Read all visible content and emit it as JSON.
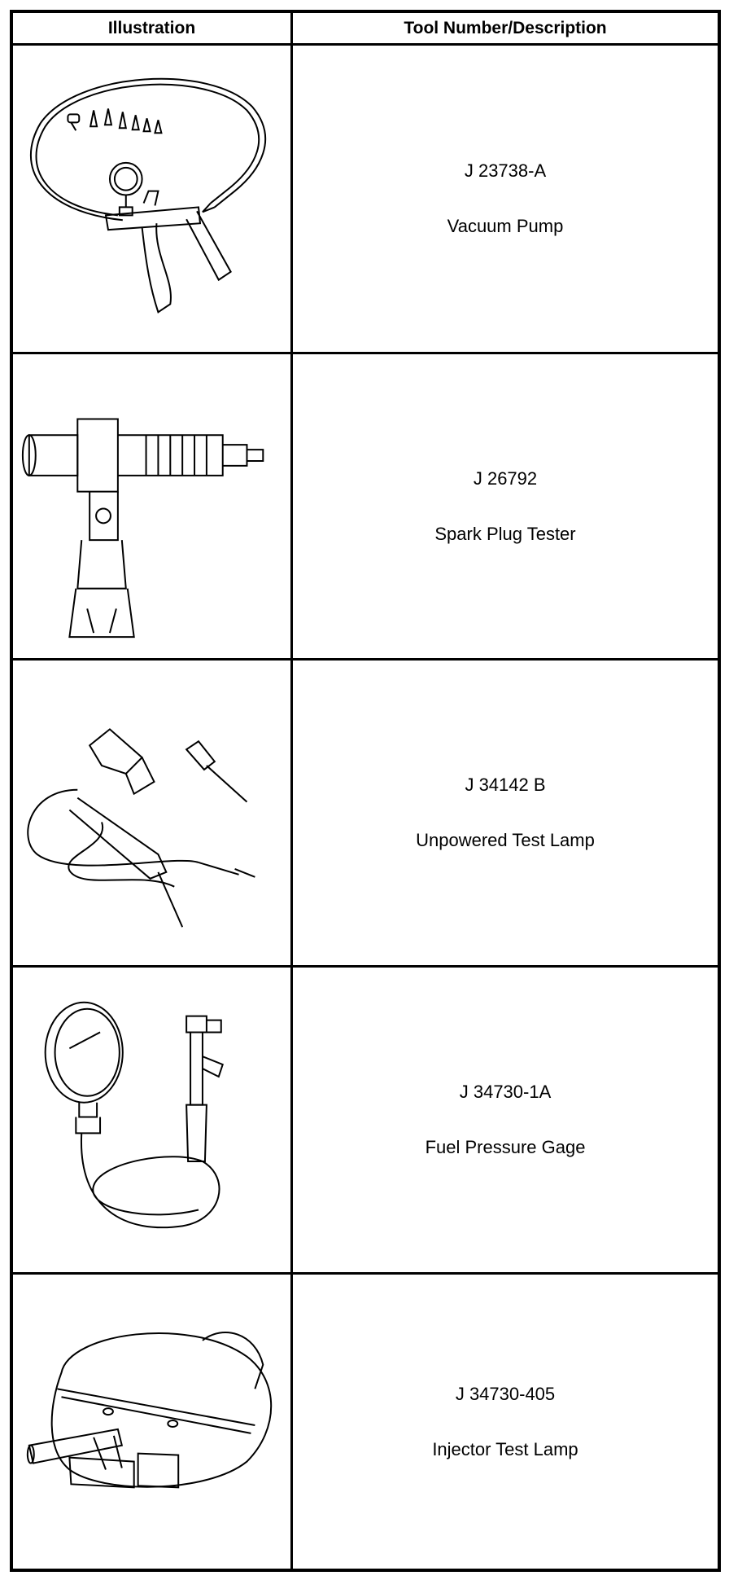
{
  "table": {
    "headers": {
      "illustration": "Illustration",
      "description": "Tool Number/Description"
    },
    "rows": [
      {
        "tool_number": "J 23738-A",
        "description": "Vacuum Pump",
        "icon": "vacuum-pump-icon"
      },
      {
        "tool_number": "J 26792",
        "description": "Spark Plug Tester",
        "icon": "spark-plug-tester-icon"
      },
      {
        "tool_number": "J 34142 B",
        "description": "Unpowered Test Lamp",
        "icon": "test-lamp-icon"
      },
      {
        "tool_number": "J 34730-1A",
        "description": "Fuel Pressure Gage",
        "icon": "fuel-pressure-gage-icon"
      },
      {
        "tool_number": "J 34730-405",
        "description": "Injector Test Lamp",
        "icon": "injector-test-lamp-icon"
      }
    ]
  },
  "colors": {
    "line": "#000000",
    "background": "#ffffff"
  }
}
